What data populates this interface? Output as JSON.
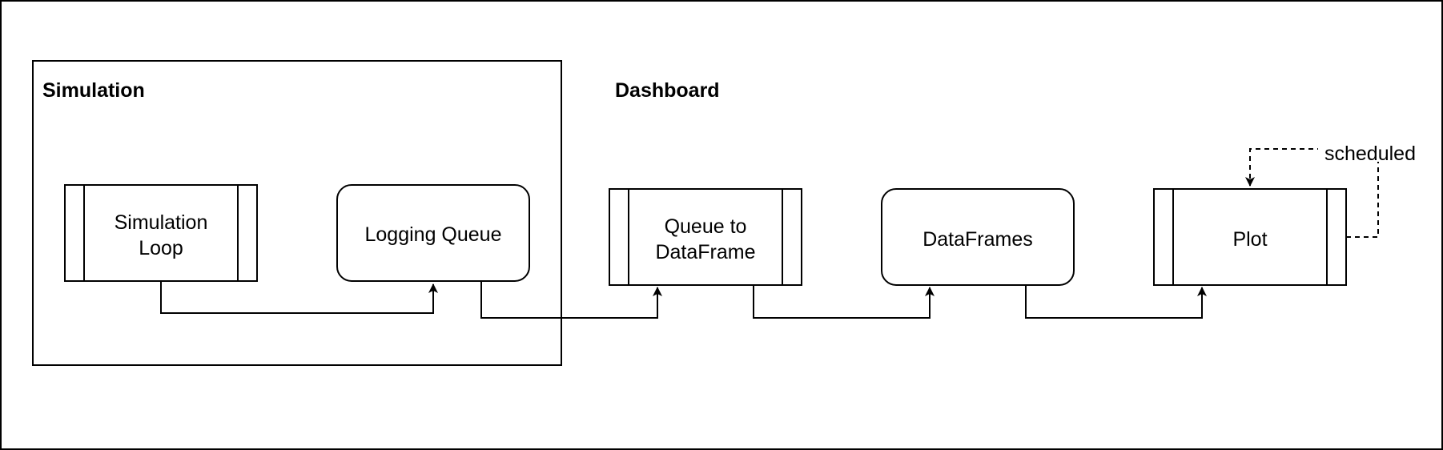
{
  "groups": {
    "simulation": "Simulation",
    "dashboard": "Dashboard"
  },
  "nodes": {
    "simulation_loop": [
      "Simulation",
      "Loop"
    ],
    "logging_queue": "Logging Queue",
    "queue_to_dataframe": [
      "Queue to",
      "DataFrame"
    ],
    "dataframes": "DataFrames",
    "plot": "Plot"
  },
  "edges": {
    "scheduled_label": "scheduled"
  },
  "colors": {
    "stroke": "#000000",
    "background": "#ffffff"
  }
}
